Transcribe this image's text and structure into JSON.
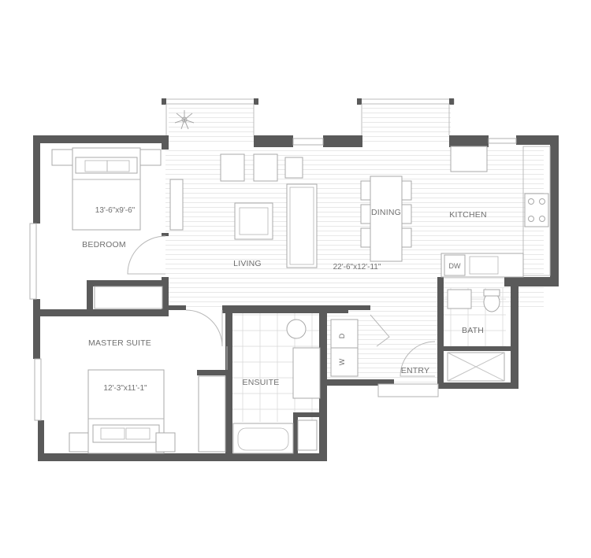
{
  "rooms": {
    "bedroom": {
      "name": "BEDROOM",
      "size": "13'-6\"x9'-6\""
    },
    "master_suite": {
      "name": "MASTER SUITE",
      "size": "12'-3\"x11'-1\""
    },
    "living": {
      "name": "LIVING",
      "size": "22'-6\"x12'-11\""
    },
    "dining": {
      "name": "DINING"
    },
    "kitchen": {
      "name": "KITCHEN"
    },
    "bath": {
      "name": "BATH"
    },
    "ensuite": {
      "name": "ENSUITE"
    },
    "entry": {
      "name": "ENTRY"
    }
  },
  "appliances": {
    "dishwasher": "DW",
    "dryer": "D",
    "washer": "W"
  },
  "colors": {
    "wall": "#5a5a5a",
    "line": "#bdbdbd",
    "text": "#6f6f6f"
  }
}
